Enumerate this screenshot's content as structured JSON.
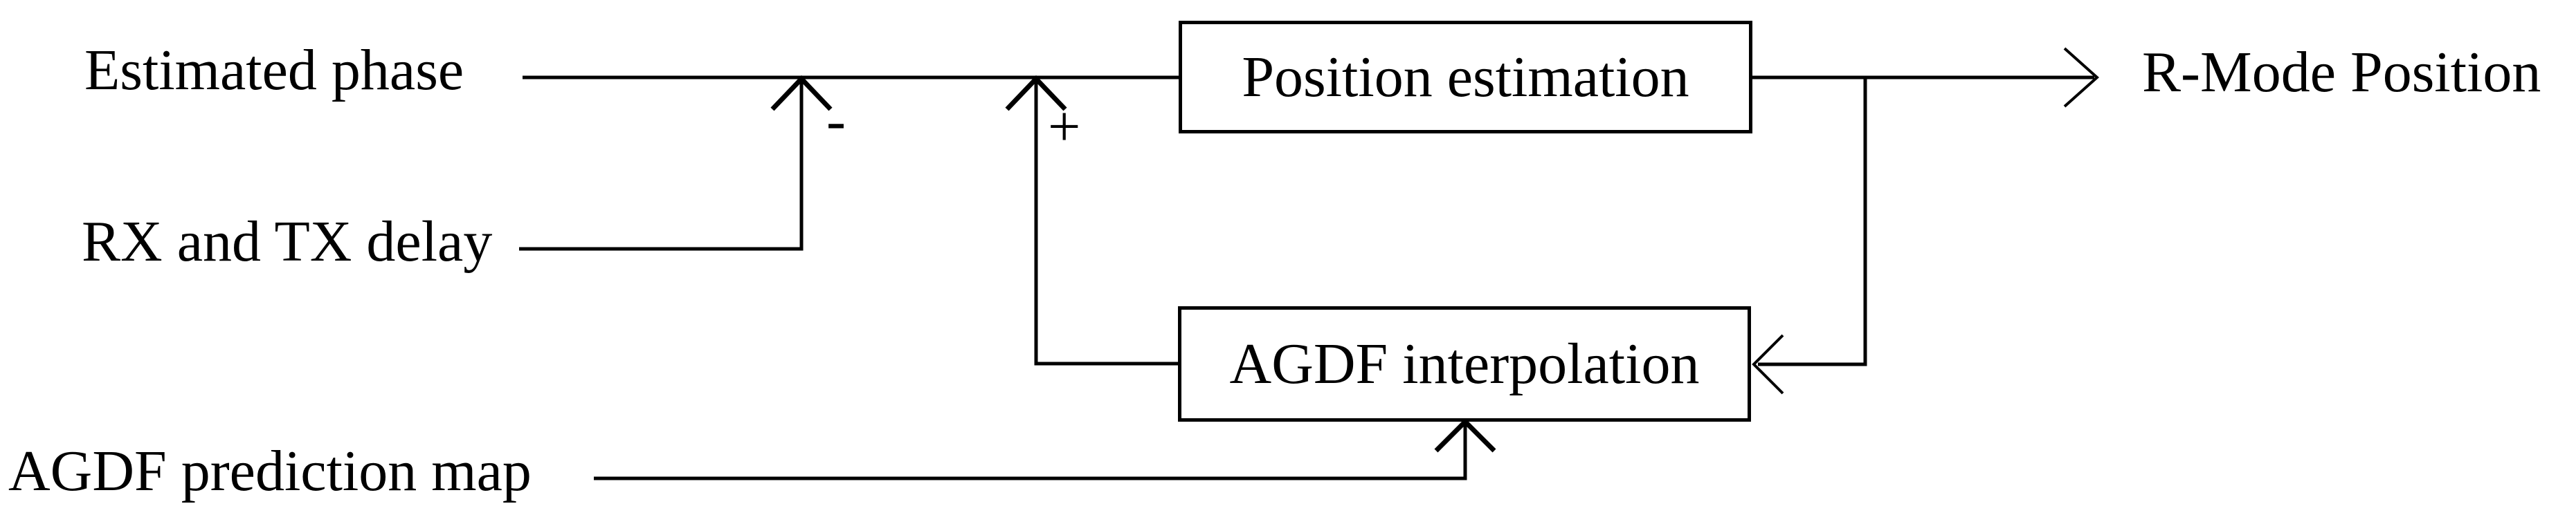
{
  "diagram": {
    "background_color": "#ffffff",
    "ink_color": "#000000",
    "labels": {
      "estimated_phase": "Estimated phase",
      "rx_tx_delay": "RX and TX delay",
      "agdf_prediction_map": "AGDF prediction map",
      "r_mode_position": "R-Mode Position"
    },
    "nodes": {
      "position_estimation": "Position estimation",
      "agdf_interpolation": "AGDF interpolation"
    },
    "operators": {
      "minus": "-",
      "plus": "+"
    },
    "edges": [
      {
        "from": "Estimated phase",
        "to": "summing junction",
        "sign": "-"
      },
      {
        "from": "RX and TX delay",
        "to": "summing junction",
        "sign": "-"
      },
      {
        "from": "AGDF interpolation",
        "to": "summing junction",
        "sign": "+"
      },
      {
        "from": "summing junction",
        "to": "Position estimation"
      },
      {
        "from": "Position estimation",
        "to": "R-Mode Position"
      },
      {
        "from": "Position estimation",
        "to": "AGDF interpolation",
        "type": "feedback"
      },
      {
        "from": "AGDF prediction map",
        "to": "AGDF interpolation"
      }
    ]
  }
}
